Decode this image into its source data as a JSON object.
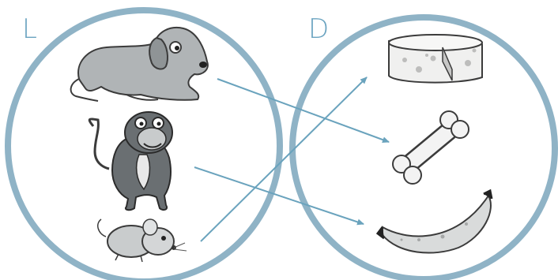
{
  "left_set": {
    "label": "L",
    "items": [
      "dog",
      "monkey",
      "mouse"
    ]
  },
  "right_set": {
    "label": "D",
    "items": [
      "cheese",
      "bone",
      "banana"
    ]
  },
  "mappings": [
    {
      "from": "dog",
      "to": "bone"
    },
    {
      "from": "monkey",
      "to": "banana"
    },
    {
      "from": "mouse",
      "to": "cheese"
    }
  ],
  "colors": {
    "circle_stroke": "#8fb3c6",
    "arrow": "#6aa3bd",
    "label": "#6aa3c0"
  }
}
